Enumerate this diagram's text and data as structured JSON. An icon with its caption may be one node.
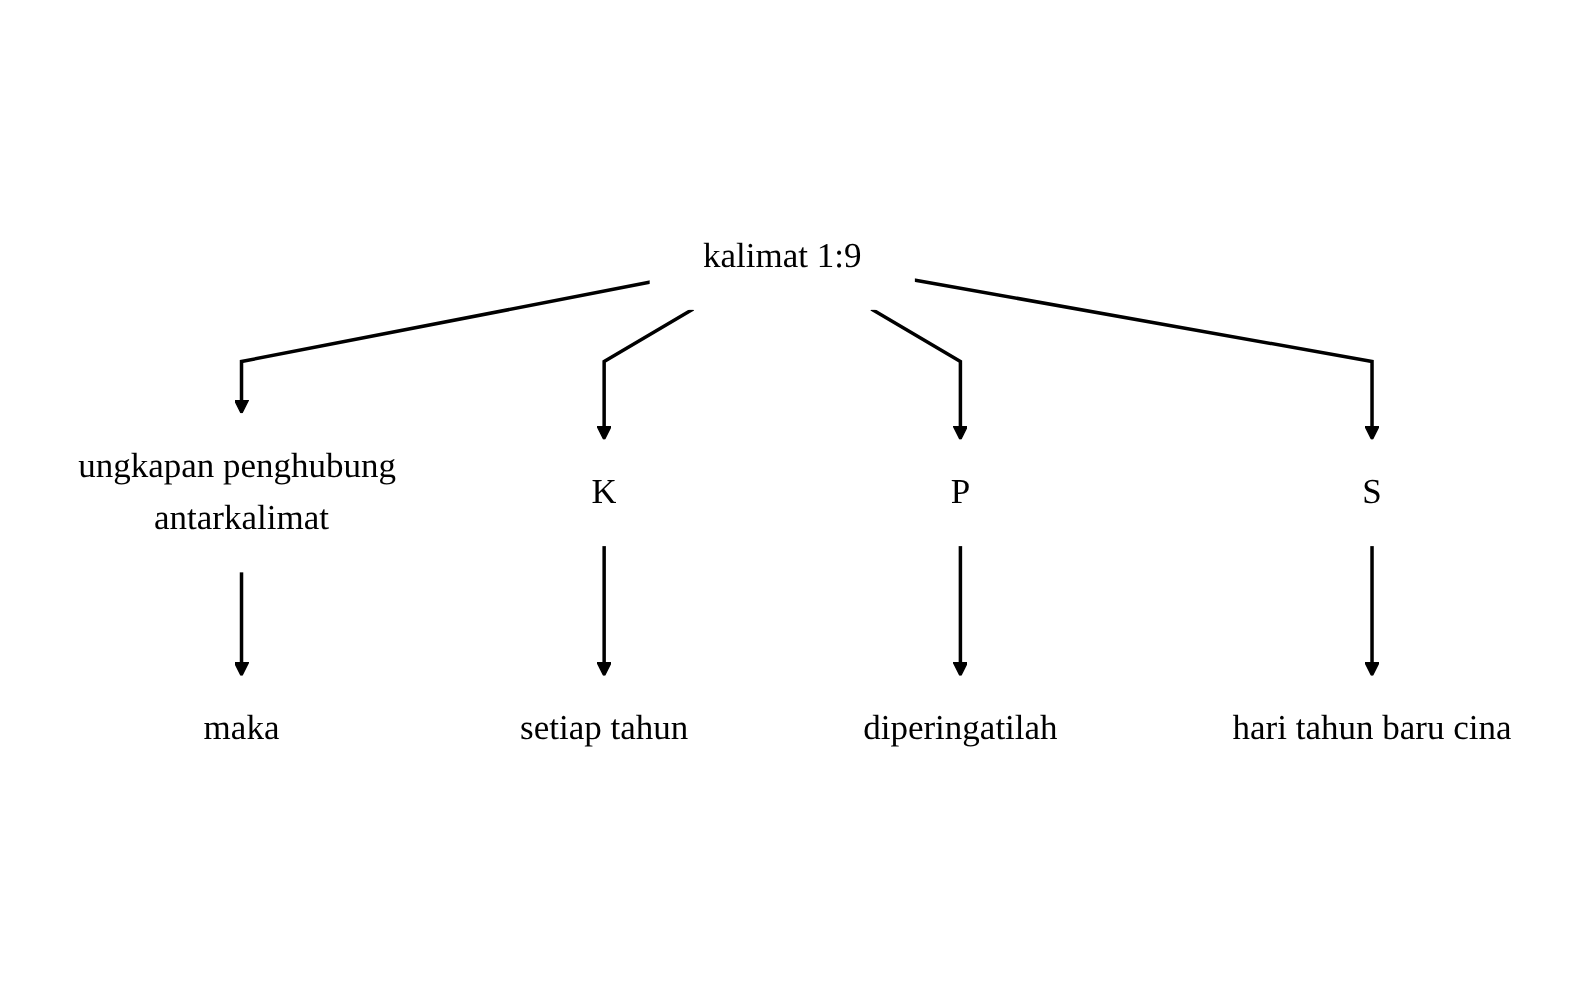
{
  "diagram": {
    "nodes": [
      {
        "text": [
          "kalimat 1:9"
        ]
      },
      {
        "text": [
          "ungkapan penghubung antarkalimat"
        ]
      },
      {
        "text": [
          "K"
        ]
      },
      {
        "text": [
          "P"
        ]
      },
      {
        "text": [
          "S"
        ]
      },
      {
        "text": [
          "maka"
        ]
      },
      {
        "text": [
          "setiap tahun"
        ]
      },
      {
        "text": [
          "diperingatilah"
        ]
      },
      {
        "text": [
          "hari tahun baru cina"
        ]
      }
    ],
    "edges": [
      {
        "from": 0,
        "to": 1,
        "arrow": "to"
      },
      {
        "from": 0,
        "to": 2,
        "arrow": "to"
      },
      {
        "from": 0,
        "to": 3,
        "arrow": "to"
      },
      {
        "from": 0,
        "to": 4,
        "arrow": "to"
      },
      {
        "from": 1,
        "to": 5,
        "arrow": "to"
      },
      {
        "from": 2,
        "to": 6,
        "arrow": "to"
      },
      {
        "from": 3,
        "to": 7,
        "arrow": "to"
      },
      {
        "from": 4,
        "to": 8,
        "arrow": "to"
      }
    ]
  }
}
